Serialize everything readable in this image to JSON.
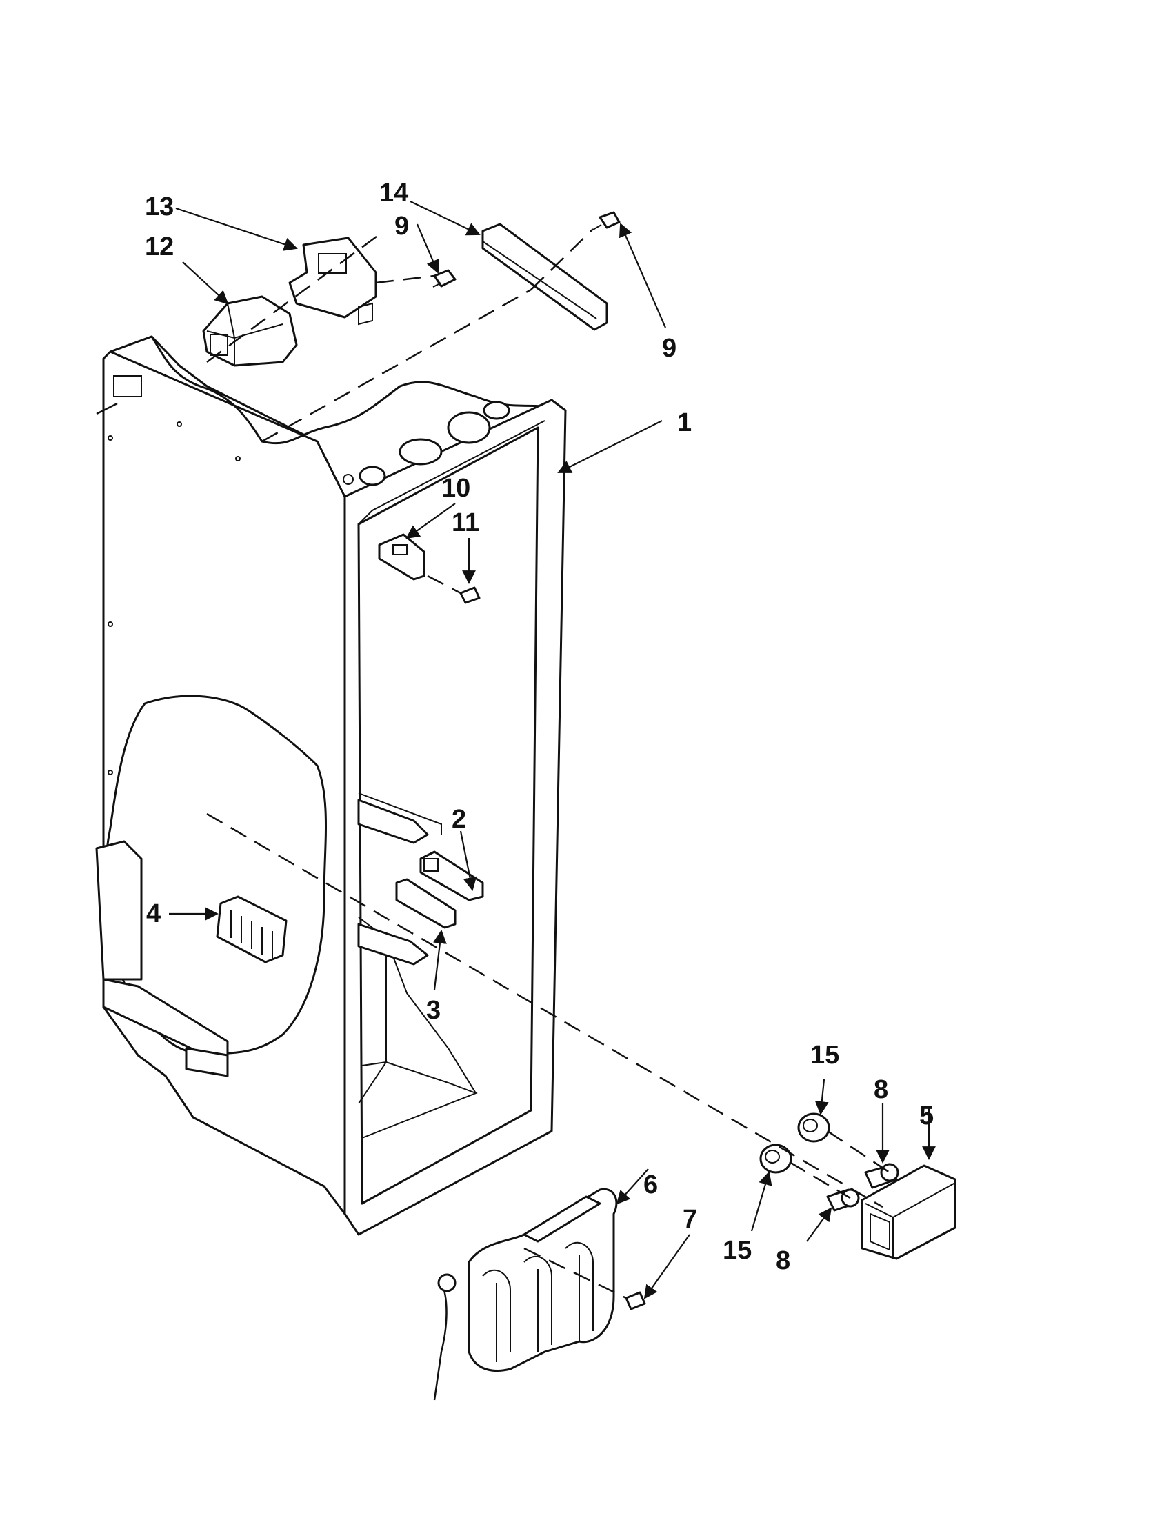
{
  "callouts": {
    "c1": "1",
    "c2": "2",
    "c3": "3",
    "c4": "4",
    "c5": "5",
    "c6": "6",
    "c7": "7",
    "c8a": "8",
    "c8b": "8",
    "c9a": "9",
    "c9b": "9",
    "c10": "10",
    "c11": "11",
    "c12": "12",
    "c13": "13",
    "c14": "14",
    "c15a": "15",
    "c15b": "15"
  }
}
